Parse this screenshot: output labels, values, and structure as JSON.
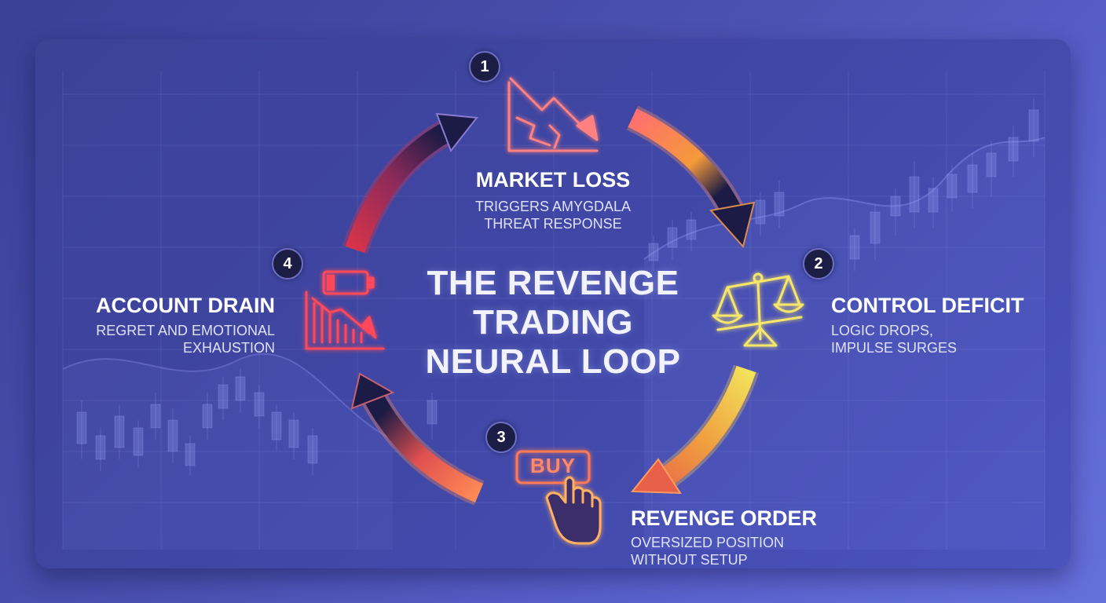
{
  "title": {
    "line1": "THE REVENGE",
    "line2": "TRADING",
    "line3": "NEURAL LOOP"
  },
  "stages": [
    {
      "number": "1",
      "title": "MARKET LOSS",
      "desc1": "TRIGGERS AMYGDALA",
      "desc2": "THREAT RESPONSE",
      "icon": "falling-chart-icon",
      "color": "#ff6a6a"
    },
    {
      "number": "2",
      "title": "CONTROL DEFICIT",
      "desc1": "LOGIC DROPS,",
      "desc2": "IMPULSE SURGES",
      "icon": "balance-scale-icon",
      "color": "#f3e25a"
    },
    {
      "number": "3",
      "title": "REVENGE ORDER",
      "desc1": "OVERSIZED POSITION",
      "desc2": "WITHOUT SETUP",
      "icon": "buy-button-click-icon",
      "color": "#ff8a55",
      "button_label": "BUY"
    },
    {
      "number": "4",
      "title": "ACCOUNT DRAIN",
      "desc1": "REGRET AND EMOTIONAL",
      "desc2": "EXHAUSTION",
      "icon": "low-battery-chart-icon",
      "color": "#ff4a5a"
    }
  ],
  "colors": {
    "background": "#4a51b0",
    "loss_red": "#ff6a6a",
    "deficit_yellow": "#f3e25a",
    "order_orange": "#ff8a55",
    "drain_red": "#ff4a5a",
    "arrow_dark": "#1c1b45"
  }
}
